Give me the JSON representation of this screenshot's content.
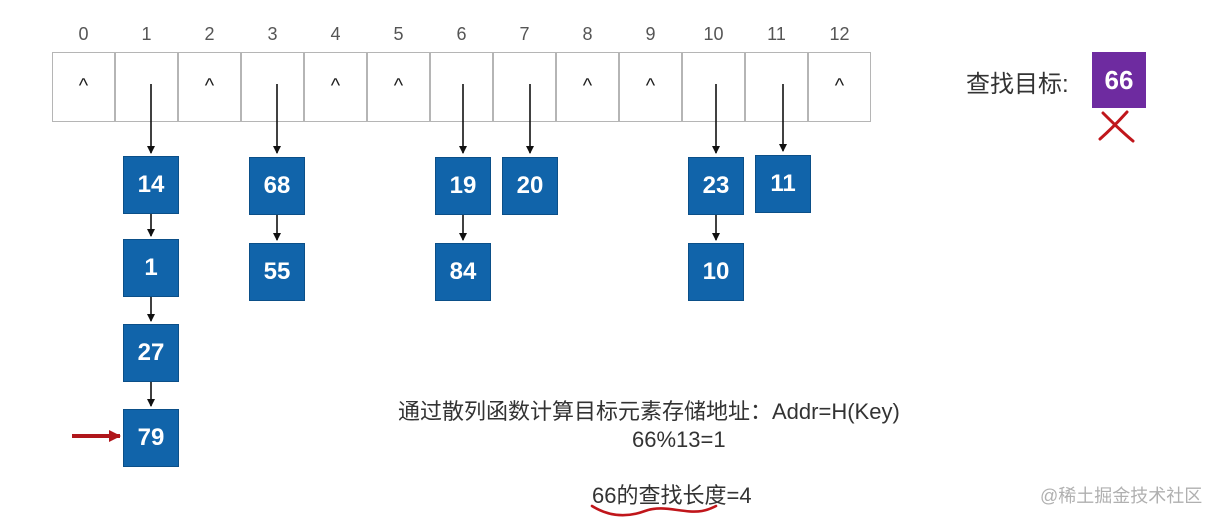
{
  "hash_table": {
    "indices": [
      "0",
      "1",
      "2",
      "3",
      "4",
      "5",
      "6",
      "7",
      "8",
      "9",
      "10",
      "11",
      "12"
    ],
    "slots": [
      "^",
      "",
      "^",
      "",
      "^",
      "^",
      "",
      "",
      "^",
      "^",
      "",
      "",
      "^"
    ]
  },
  "chains": [
    {
      "index": 1,
      "nodes": [
        "14",
        "1",
        "27",
        "79"
      ]
    },
    {
      "index": 3,
      "nodes": [
        "68",
        "55"
      ]
    },
    {
      "index": 6,
      "nodes": [
        "19",
        "84"
      ]
    },
    {
      "index": 7,
      "nodes": [
        "20"
      ]
    },
    {
      "index": 10,
      "nodes": [
        "23",
        "10"
      ]
    },
    {
      "index": 11,
      "nodes": [
        "11"
      ]
    }
  ],
  "target": {
    "label": "查找目标:",
    "value": "66"
  },
  "explanation": {
    "formula": "通过散列函数计算目标元素存储地址：Addr=H(Key)",
    "calc": "66%13=1",
    "length_num": "66",
    "length_mid": "的查找长度",
    "length_end": "=4"
  },
  "watermark": "@稀土掘金技术社区",
  "colors": {
    "node": "#1164aa",
    "target": "#6e2ba0",
    "mark": "#c0161b"
  }
}
